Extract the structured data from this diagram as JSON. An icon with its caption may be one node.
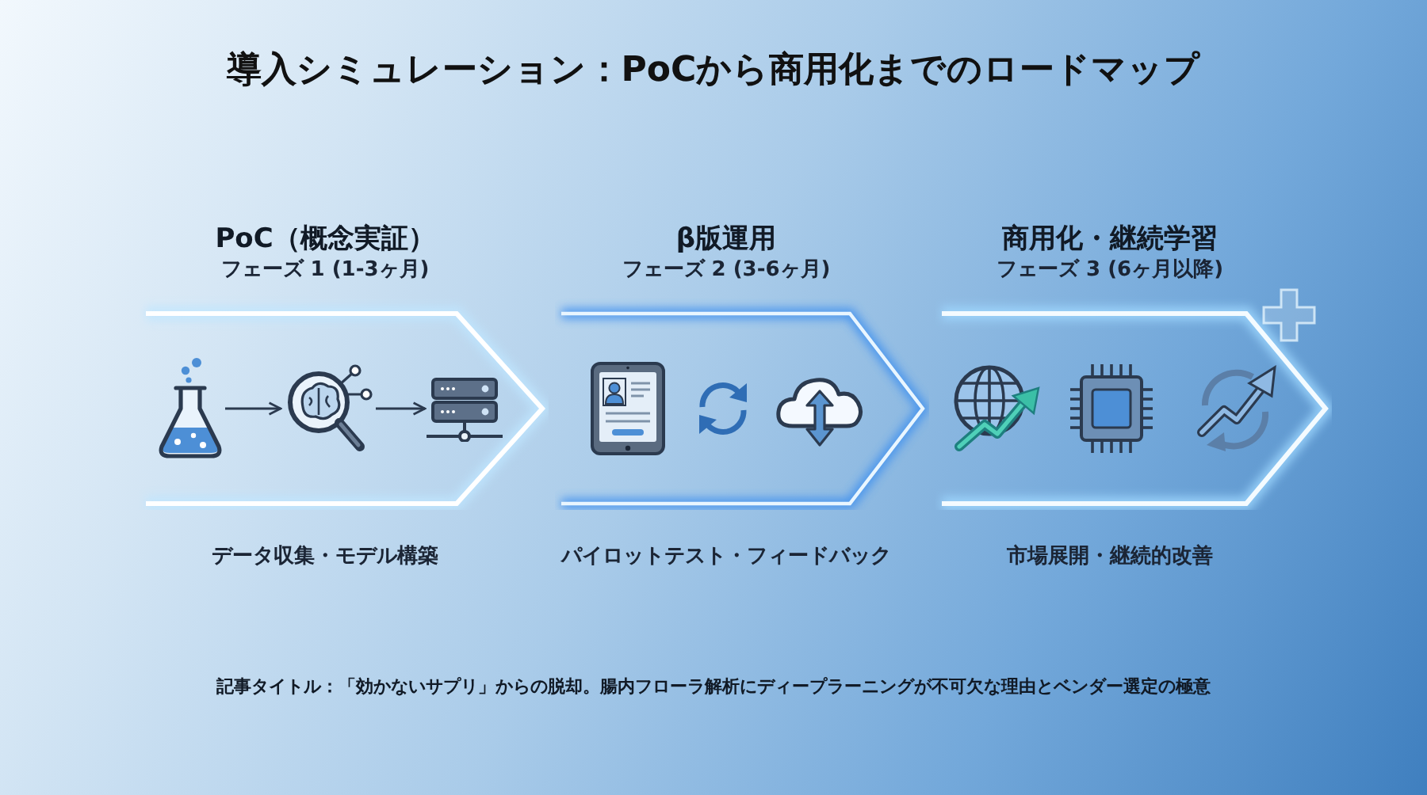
{
  "diagram": {
    "title": "導入シミュレーション：PoCから商用化までのロードマップ",
    "caption": "記事タイトル：「効かないサプリ」からの脱却。腸内フローラ解析にディープラーニングが不可欠な理由とベンダー選定の極意",
    "nodes": [
      {
        "text": [
          "PoC（概念実証）",
          "フェーズ 1 (1-3ヶ月)"
        ],
        "beside": [
          "データ収集・モデル構築"
        ]
      },
      {
        "text": [],
        "shape": "picture",
        "in": 0
      },
      {
        "text": [],
        "shape": "picture",
        "in": 0
      },
      {
        "text": [],
        "shape": "picture",
        "in": 0
      },
      {
        "text": [
          "β版運用",
          "フェーズ 2 (3-6ヶ月)"
        ],
        "beside": [
          "パイロットテスト・フィードバック"
        ]
      },
      {
        "text": [
          "商用化・継続学習",
          "フェーズ 3 (6ヶ月以降)"
        ],
        "beside": [
          "市場展開・継続的改善"
        ]
      }
    ],
    "edges": [
      {
        "from": 1,
        "to": 2,
        "arrow": "to"
      },
      {
        "from": 2,
        "to": 3,
        "arrow": "to"
      }
    ]
  }
}
